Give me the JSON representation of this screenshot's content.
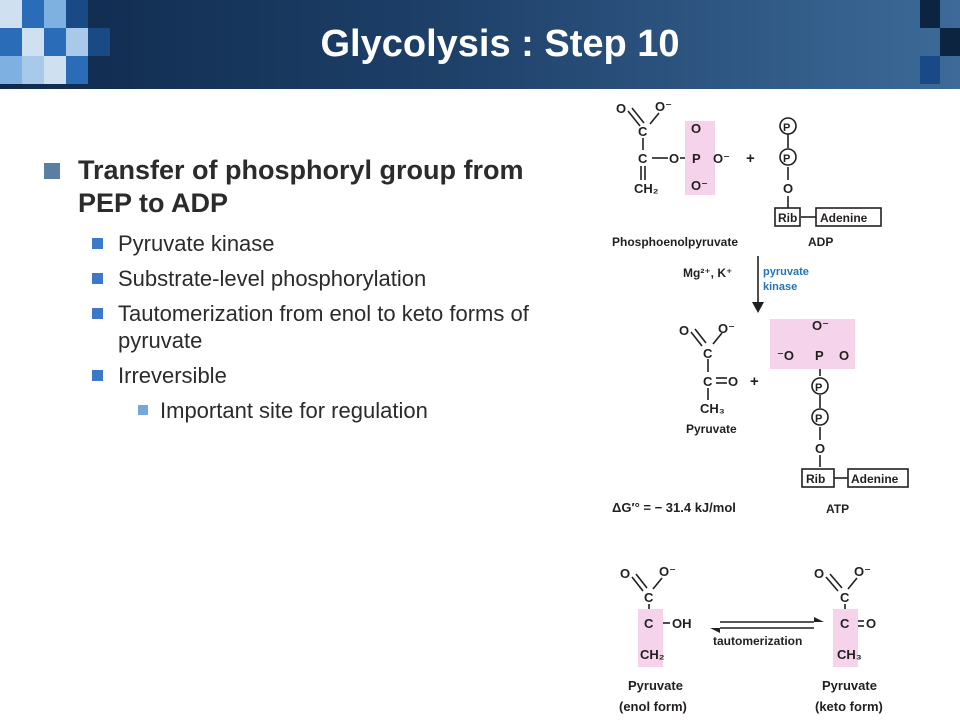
{
  "slide": {
    "title": "Glycolysis : Step 10"
  },
  "bullets": {
    "main": "Transfer of phosphoryl group from PEP to ADP",
    "subs": [
      "Pyruvate kinase",
      "Substrate-level phosphorylation",
      "Tautomerization from enol to keto forms of pyruvate",
      "Irreversible"
    ],
    "subsub": "Important site for regulation"
  },
  "figure": {
    "atoms": {
      "O": "O",
      "O_minus": "O⁻",
      "minus_O": "⁻O",
      "C": "C",
      "P": "P",
      "CH2": "CH₂",
      "CH3": "CH₃",
      "OH": "OH",
      "plus": "+",
      "P_circle": "P",
      "equals": "="
    },
    "rib": "Rib",
    "adenine": "Adenine",
    "pep_label": "Phosphoenolpyruvate",
    "adp_label": "ADP",
    "atp_label": "ATP",
    "pyruvate_label": "Pyruvate",
    "cofactors": "Mg²⁺, K⁺",
    "enzyme": [
      "pyruvate",
      "kinase"
    ],
    "delta_g": "ΔG′° = − 31.4 kJ/mol",
    "tautomerization": "tautomerization",
    "enol_label": [
      "Pyruvate",
      "(enol form)"
    ],
    "keto_label": [
      "Pyruvate",
      "(keto form)"
    ]
  },
  "colors": {
    "header_dark": "#0f2a4c",
    "header_light": "#3d6a98",
    "highlight_pink": "#f5d3ea",
    "enzyme_blue": "#2474b8",
    "bullet_main": "#5a7fa0",
    "bullet_sub": "#3c79c9",
    "bullet_subsub": "#74a7de"
  }
}
